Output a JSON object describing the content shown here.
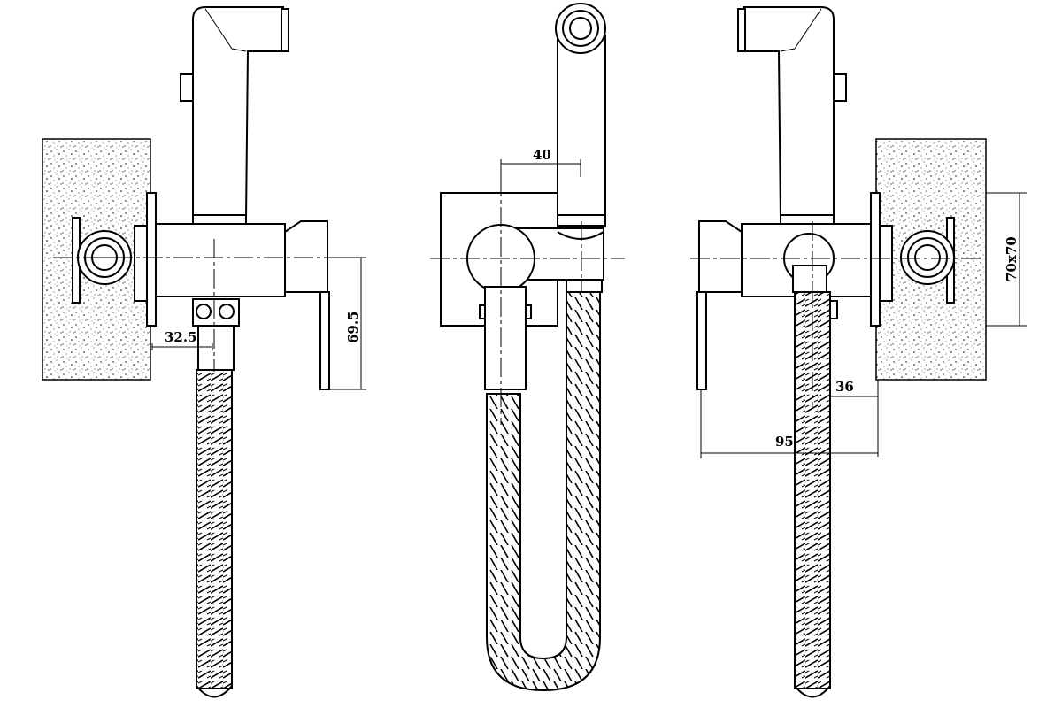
{
  "views": [
    "side-left",
    "front",
    "side-right"
  ],
  "dimensions": {
    "left_offset": "32.5",
    "handle_height": "69.5",
    "handset_offset": "40",
    "plate_size": "70x70",
    "hose_offset": "36",
    "total_depth": "95"
  }
}
